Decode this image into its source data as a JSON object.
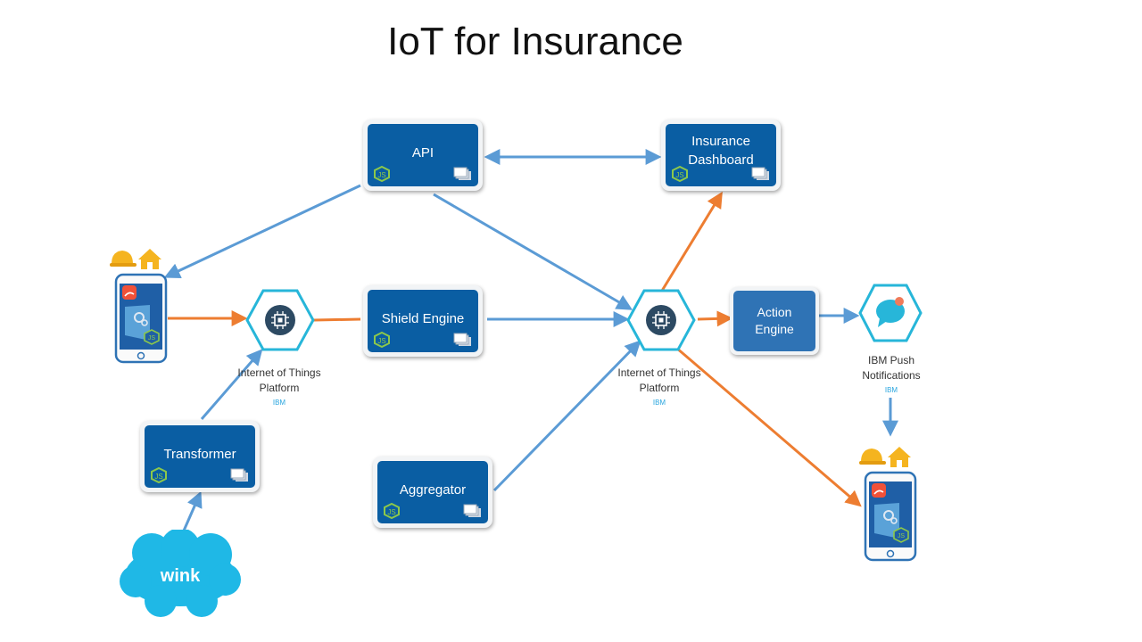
{
  "title": "IoT for Insurance",
  "nodes": {
    "api": "API",
    "dashboard": "Insurance\nDashboard",
    "shield_engine": "Shield  Engine",
    "transformer": "Transformer",
    "aggregator": "Aggregator",
    "action_engine": "Action\nEngine"
  },
  "iot_left": {
    "label": "Internet of Things\nPlatform",
    "vendor": "IBM"
  },
  "iot_right": {
    "label": "Internet of Things\nPlatform",
    "vendor": "IBM"
  },
  "push": {
    "label": "IBM Push\nNotifications",
    "vendor": "IBM"
  },
  "cloud_label": "wink",
  "colors": {
    "service_blue": "#0a5ea3",
    "action_blue": "#2f73b5",
    "link_blue": "#5b9bd5",
    "link_orange": "#ed7d31",
    "hex_cyan": "#27b6d9"
  },
  "icons": [
    "nodejs-icon",
    "stack-icon",
    "chip-icon",
    "chat-bubble-icon",
    "swift-icon",
    "helmet-icon",
    "home-icon",
    "phone-icon"
  ]
}
